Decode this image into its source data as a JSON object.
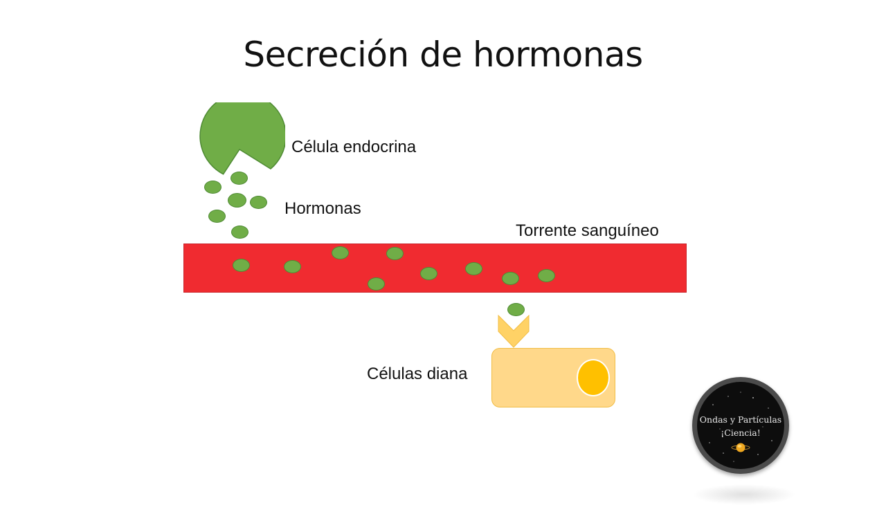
{
  "slide": {
    "title": "Secreción de hormonas"
  },
  "labels": {
    "endocrine_cell": "Célula endocrina",
    "hormones": "Hormonas",
    "bloodstream": "Torrente sanguíneo",
    "target_cells": "Células diana"
  },
  "logo": {
    "line1": "Ondas y Partículas",
    "line2": "¡Ciencia!"
  },
  "colors": {
    "endocrine_cell": "#70ad47",
    "hormone": "#70ad47",
    "bloodstream": "#f02b30",
    "target_cell": "#ffd88a",
    "target_nucleus": "#ffc000",
    "arrow": "#ffd266"
  },
  "icons": {
    "endocrine_cell": "pie-cell-icon",
    "arrow": "chevron-down-arrow-icon",
    "logo": "planet-logo-icon"
  }
}
